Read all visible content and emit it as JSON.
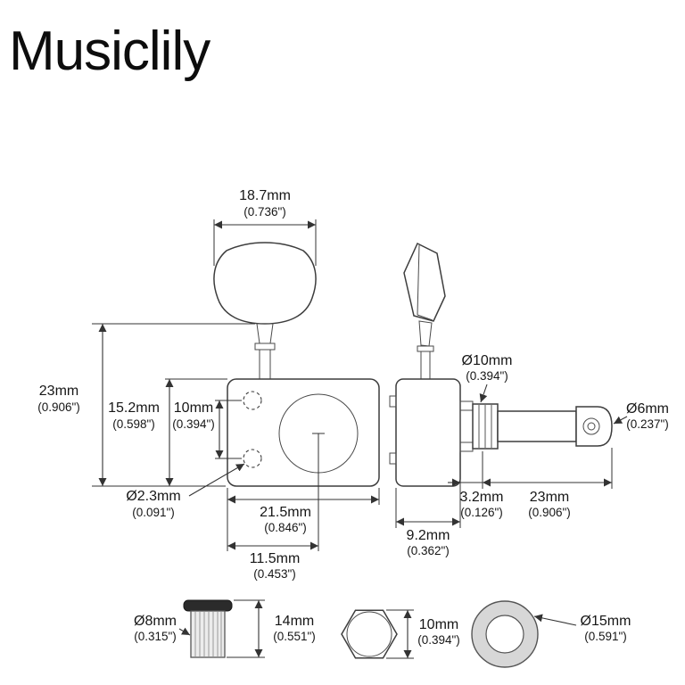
{
  "brand": "Musiclily",
  "dims": {
    "button_width": {
      "mm": "18.7mm",
      "in": "(0.736\")"
    },
    "overall_height": {
      "mm": "23mm",
      "in": "(0.906\")"
    },
    "body_height": {
      "mm": "15.2mm",
      "in": "(0.598\")"
    },
    "hole_spacing": {
      "mm": "10mm",
      "in": "(0.394\")"
    },
    "screw_hole_dia": {
      "mm": "Ø2.3mm",
      "in": "(0.091\")"
    },
    "body_width": {
      "mm": "21.5mm",
      "in": "(0.846\")"
    },
    "post_center_offset": {
      "mm": "11.5mm",
      "in": "(0.453\")"
    },
    "post_base_dia": {
      "mm": "Ø10mm",
      "in": "(0.394\")"
    },
    "post_tip_dia": {
      "mm": "Ø6mm",
      "in": "(0.237\")"
    },
    "step_length": {
      "mm": "3.2mm",
      "in": "(0.126\")"
    },
    "post_length": {
      "mm": "23mm",
      "in": "(0.906\")"
    },
    "body_depth": {
      "mm": "9.2mm",
      "in": "(0.362\")"
    },
    "bushing_dia": {
      "mm": "Ø8mm",
      "in": "(0.315\")"
    },
    "bushing_height": {
      "mm": "14mm",
      "in": "(0.551\")"
    },
    "nut_width": {
      "mm": "10mm",
      "in": "(0.394\")"
    },
    "washer_dia": {
      "mm": "Ø15mm",
      "in": "(0.591\")"
    }
  }
}
